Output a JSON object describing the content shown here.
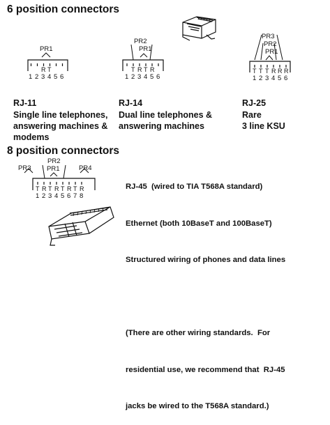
{
  "section6": {
    "heading": "6 position connectors",
    "rj11": {
      "pairs": [
        "PR1"
      ],
      "letters": [
        "R",
        "T"
      ],
      "numbers": [
        "1",
        "2",
        "3",
        "4",
        "5",
        "6"
      ],
      "name": "RJ-11",
      "description": [
        "Single line telephones,",
        "answering machines &",
        "modems"
      ]
    },
    "rj14": {
      "pairs": [
        "PR2",
        "PR1"
      ],
      "letters": [
        "T",
        "R",
        "T",
        "R"
      ],
      "numbers": [
        "1",
        "2",
        "3",
        "4",
        "5",
        "6"
      ],
      "name": "RJ-14",
      "description": [
        "Dual line telephones &",
        "answering machines"
      ]
    },
    "rj25": {
      "pairs": [
        "PR3",
        "PR2",
        "PR1"
      ],
      "letters": [
        "T",
        "T",
        "T",
        "R",
        "R",
        "R"
      ],
      "numbers": [
        "1",
        "2",
        "3",
        "4",
        "5",
        "6"
      ],
      "name": "RJ-25",
      "description": [
        "Rare",
        "3 line KSU"
      ]
    }
  },
  "section8": {
    "heading": "8 position connectors",
    "rj45": {
      "pairs": [
        "PR3",
        "PR2",
        "PR1",
        "PR4"
      ],
      "letters": [
        "T",
        "R",
        "T",
        "R",
        "T",
        "R",
        "T",
        "R"
      ],
      "numbers": [
        "1",
        "2",
        "3",
        "4",
        "5",
        "6",
        "7",
        "8"
      ]
    },
    "info": [
      "RJ-45  (wired to TIA T568A standard)",
      "Ethernet (both 10BaseT and 100BaseT)",
      "Structured wiring of phones and data lines",
      "",
      "(There are other wiring standards.  For",
      "residential use, we recommend that  RJ-45",
      "jacks be wired to the T568A standard.)"
    ]
  }
}
